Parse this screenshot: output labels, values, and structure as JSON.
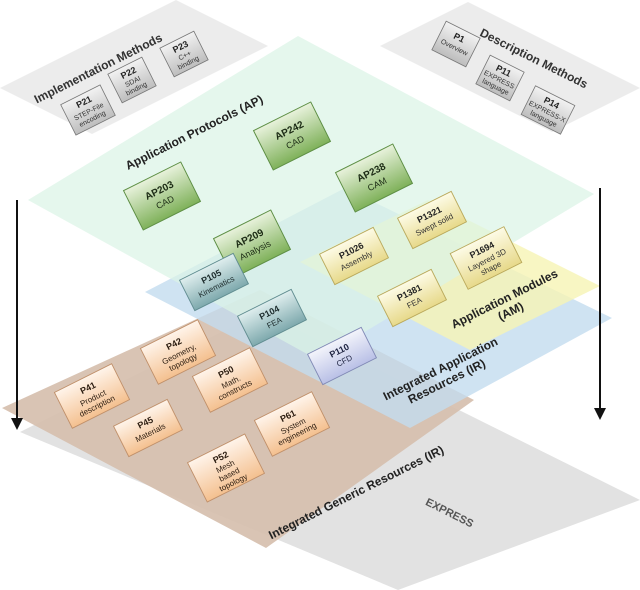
{
  "panels": {
    "implementation": {
      "title": "Implementation Methods",
      "parts": [
        {
          "id": "P21",
          "l1": "STEP-File",
          "l2": "encoding"
        },
        {
          "id": "P22",
          "l1": "SDAI",
          "l2": "binding"
        },
        {
          "id": "P23",
          "l1": "C++",
          "l2": "binding"
        }
      ]
    },
    "description": {
      "title": "Description Methods",
      "parts": [
        {
          "id": "P1",
          "l1": "Overview",
          "l2": ""
        },
        {
          "id": "P11",
          "l1": "EXPRESS",
          "l2": "language"
        },
        {
          "id": "P14",
          "l1": "EXPRESS-X",
          "l2": "language"
        }
      ]
    }
  },
  "layers": {
    "ap": {
      "title": "Application Protocols (AP)",
      "boxes": [
        {
          "id": "AP242",
          "sub": "CAD"
        },
        {
          "id": "AP203",
          "sub": "CAD"
        },
        {
          "id": "AP238",
          "sub": "CAM"
        },
        {
          "id": "AP209",
          "sub": "Analysis"
        }
      ]
    },
    "am": {
      "title_l1": "Application Modules",
      "title_l2": "(AM)",
      "boxes": [
        {
          "id": "P1321",
          "sub": "Swept solid"
        },
        {
          "id": "P1026",
          "sub": "Assembly"
        },
        {
          "id": "P1694",
          "sub": "Layered 3D",
          "sub2": "shape"
        },
        {
          "id": "P1381",
          "sub": "FEA"
        }
      ]
    },
    "ir_app": {
      "title_l1": "Integrated Application",
      "title_l2": "Resources (IR)",
      "boxes": [
        {
          "id": "P105",
          "sub": "Kinematics"
        },
        {
          "id": "P104",
          "sub": "FEA"
        },
        {
          "id": "P110",
          "sub": "CFD"
        }
      ]
    },
    "ir_gen": {
      "title": "Integrated Generic Resources (IR)",
      "boxes": [
        {
          "id": "P42",
          "sub": "Geometry,",
          "sub2": "topology"
        },
        {
          "id": "P41",
          "sub": "Product",
          "sub2": "description"
        },
        {
          "id": "P50",
          "sub": "Math.",
          "sub2": "constructs"
        },
        {
          "id": "P45",
          "sub": "Materials"
        },
        {
          "id": "P61",
          "sub": "System",
          "sub2": "engineering"
        },
        {
          "id": "P52",
          "sub": "Mesh",
          "sub2": "based",
          "sub3": "topology"
        }
      ]
    },
    "express": {
      "title": "EXPRESS"
    }
  },
  "colors": {
    "ap_layer": "#dff5e8",
    "am_layer": "#f8f6bd",
    "ir_app_layer": "#c6def0",
    "ir_gen_layer": "#d9c3b3",
    "express_layer": "#e4e4e4",
    "panel_bg": "#ebebeb",
    "green_box": "#8fbf6e",
    "yellow_box": "#efe6a6",
    "orange_box": "#f7d3b0",
    "teal_box": "#8fb4b9",
    "grey_box": "#cfcfcf"
  }
}
